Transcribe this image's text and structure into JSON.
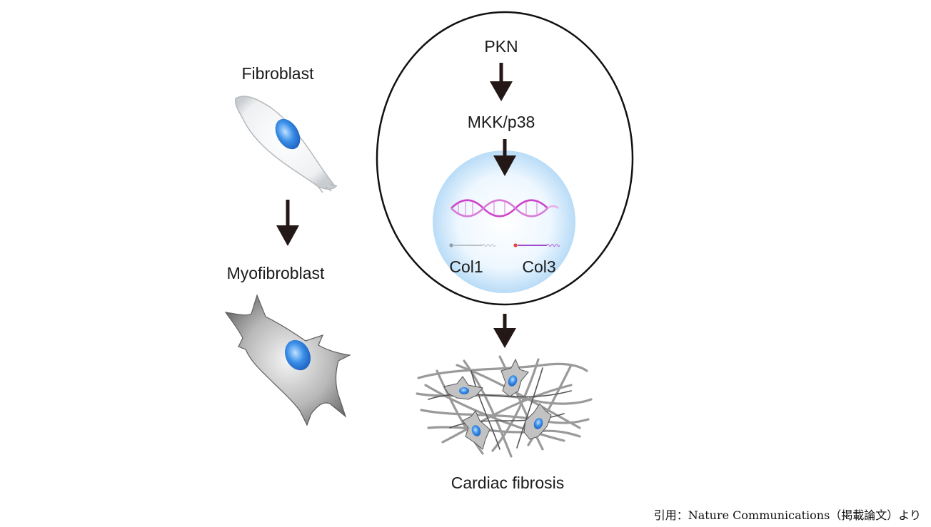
{
  "diagram": {
    "left_column": {
      "top_cell_label": "Fibroblast",
      "bottom_cell_label": "Myofibroblast"
    },
    "pathway": {
      "upstream": "PKN",
      "midstream": "MKK/p38",
      "genes": [
        "Col1",
        "Col3"
      ],
      "outcome": "Cardiac fibrosis"
    },
    "colors": {
      "arrow": "#231815",
      "nucleus_blue": "#3a8ee8",
      "dna_magenta": "#cc44cc",
      "col1_marker": "#8a9aa8",
      "col3_marker": "#e0463c",
      "col3_line": "#a04cc8",
      "nucleus_halo": "#cfe6fb"
    }
  },
  "citation": "引用：Nature Communications（掲載論文）より"
}
